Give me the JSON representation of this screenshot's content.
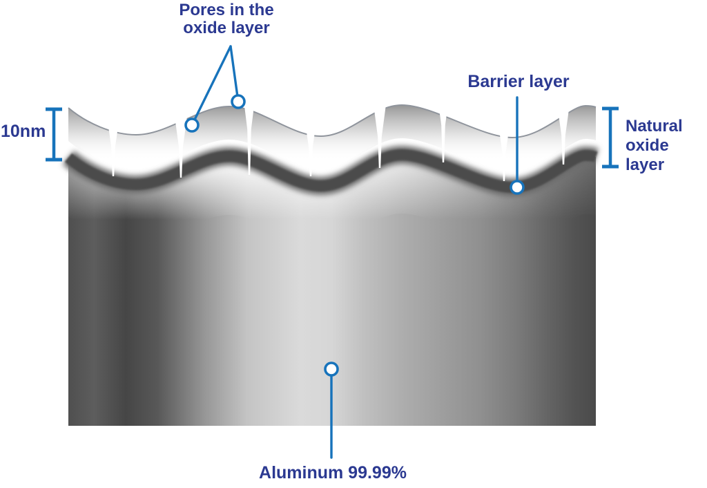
{
  "labels": {
    "pores": "Pores in the\noxide layer",
    "barrier": "Barrier layer",
    "thickness": "10nm",
    "natural": "Natural\noxide layer",
    "aluminum": "Aluminum 99.99%"
  },
  "colors": {
    "navy": "#2b3991",
    "blue": "#1773bb",
    "metal_dark": "#4a4a4a",
    "metal_light": "#dadada",
    "barrier_band": "#4c4c4c",
    "oxide_white": "#ffffff"
  }
}
